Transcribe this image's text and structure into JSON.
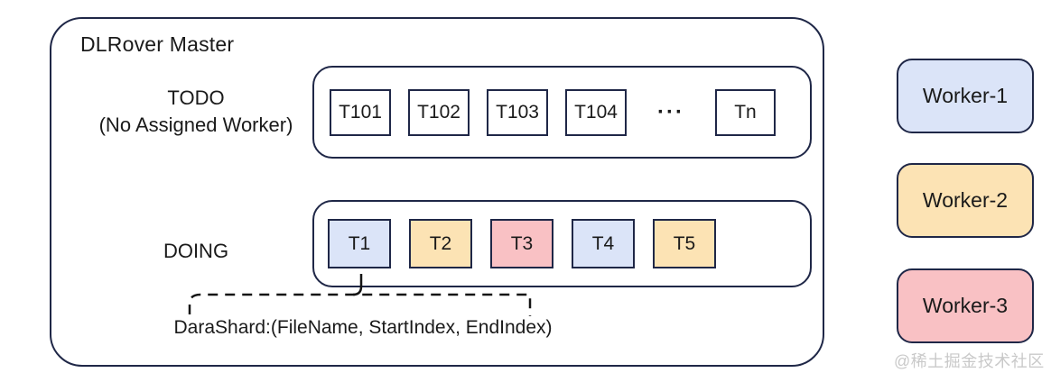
{
  "master": {
    "title": "DLRover Master",
    "todo": {
      "label_line1": "TODO",
      "label_line2": "(No Assigned Worker)",
      "tasks": [
        "T101",
        "T102",
        "T103",
        "T104"
      ],
      "ellipsis": "···",
      "last_task": "Tn"
    },
    "doing": {
      "label": "DOING",
      "tasks": [
        {
          "label": "T1",
          "color": "#dbe4f8"
        },
        {
          "label": "T2",
          "color": "#fce3b4"
        },
        {
          "label": "T3",
          "color": "#f9c1c4"
        },
        {
          "label": "T4",
          "color": "#dbe4f8"
        },
        {
          "label": "T5",
          "color": "#fce3b4"
        }
      ]
    },
    "annotation": "DaraShard:(FileName, StartIndex, EndIndex)"
  },
  "workers": [
    {
      "label": "Worker-1",
      "color": "#dbe4f8"
    },
    {
      "label": "Worker-2",
      "color": "#fce3b4"
    },
    {
      "label": "Worker-3",
      "color": "#f9c1c4"
    }
  ],
  "watermark": "@稀土掘金技术社区",
  "colors": {
    "border": "#1f2747",
    "line": "#141414",
    "text": "#1a1a1a",
    "assigned_blue": "#dbe4f8",
    "assigned_orange": "#fce3b4",
    "assigned_pink": "#f9c1c4"
  }
}
